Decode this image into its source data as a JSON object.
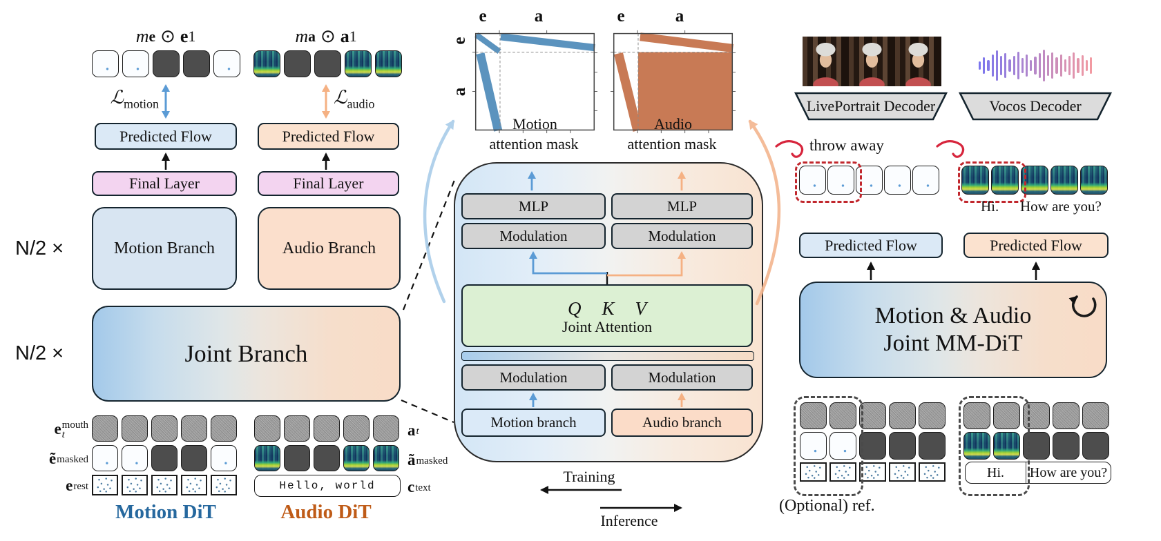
{
  "left": {
    "motion_product": {
      "m": "m",
      "msub": "e",
      "op": "⊙",
      "x": "e",
      "xsub": "1"
    },
    "audio_product": {
      "m": "m",
      "msub": "a",
      "op": "⊙",
      "x": "a",
      "xsub": "1"
    },
    "loss_motion": {
      "symbol": "ℒ",
      "sub": "motion"
    },
    "loss_audio": {
      "symbol": "ℒ",
      "sub": "audio"
    },
    "predicted_flow": "Predicted Flow",
    "final_layer": "Final Layer",
    "repeat_label": "N/2 ×",
    "motion_branch": "Motion Branch",
    "audio_branch": "Audio Branch",
    "joint_branch": "Joint Branch",
    "rows": {
      "e_mouth": {
        "base": "e",
        "sup": "mouth",
        "sub": "t"
      },
      "e_masked": {
        "base": "ẽ",
        "sup": "masked",
        "sub": ""
      },
      "e_rest": {
        "base": "e",
        "sup": "rest",
        "sub": ""
      },
      "a_t": {
        "base": "a",
        "sup": "",
        "sub": "t"
      },
      "a_masked": {
        "base": "ã",
        "sup": "masked",
        "sub": ""
      },
      "c_text": {
        "base": "c",
        "sup": "text",
        "sub": ""
      }
    },
    "hello_world": "Hello, world",
    "motion_dit": "Motion DiT",
    "audio_dit": "Audio DiT"
  },
  "masks": {
    "axis_e": "e",
    "axis_a": "a",
    "motion_title": "Motion",
    "audio_title": "Audio",
    "caption": "attention mask"
  },
  "core": {
    "mlp": "MLP",
    "modulation": "Modulation",
    "q": "Q",
    "k": "K",
    "v": "V",
    "joint_attention": "Joint Attention",
    "motion_branch": "Motion branch",
    "audio_branch": "Audio branch",
    "training": "Training",
    "inference": "Inference"
  },
  "right": {
    "liveportrait_decoder": "LivePortrait Decoder",
    "vocos_decoder": "Vocos Decoder",
    "throw_away": "throw away",
    "hi": "Hi.",
    "how_are_you": "How are you?",
    "predicted_flow": "Predicted Flow",
    "mmdit_line1": "Motion & Audio",
    "mmdit_line2": "Joint MM-DiT",
    "optional_ref": "(Optional) ref."
  },
  "tokens": {
    "tl_motion": [
      "light",
      "light",
      "dark",
      "dark",
      "light"
    ],
    "tl_audio": [
      "spec",
      "dark",
      "dark",
      "spec",
      "spec"
    ],
    "bl_motion_mouth": [
      "noise",
      "noise",
      "noise",
      "noise",
      "noise"
    ],
    "bl_motion_masked": [
      "light",
      "light",
      "dark",
      "dark",
      "light"
    ],
    "bl_motion_rest": [
      "land",
      "land",
      "land",
      "land",
      "land"
    ],
    "bl_audio_at": [
      "noise",
      "noise",
      "noise",
      "noise",
      "noise"
    ],
    "bl_audio_masked": [
      "spec",
      "dark",
      "dark",
      "spec",
      "spec"
    ],
    "tr_white": [
      "light",
      "light",
      "light",
      "light",
      "light"
    ],
    "tr_spec": [
      "spec",
      "spec",
      "spec",
      "spec",
      "spec"
    ],
    "br_motion_r1": [
      "noise",
      "noise",
      "noise",
      "noise",
      "noise"
    ],
    "br_motion_r2": [
      "light",
      "light",
      "dark",
      "dark",
      "dark"
    ],
    "br_motion_r3": [
      "land",
      "land",
      "land",
      "land",
      "land"
    ],
    "br_audio_r1": [
      "noise",
      "noise",
      "noise",
      "noise",
      "noise"
    ],
    "br_audio_r2": [
      "spec",
      "spec",
      "dark",
      "dark",
      "dark"
    ]
  },
  "colors": {
    "motion_blue": "#5b93be",
    "audio_orange": "#c87a55",
    "arrow_blue": "#5b9bd5",
    "arrow_orange": "#f5b183",
    "motion_dit_text": "#26689e",
    "audio_dit_text": "#bf5b17",
    "red_accent": "#c1272d",
    "green_attention": "#dcf0d3",
    "final_layer_pink": "#f3d4f0"
  }
}
